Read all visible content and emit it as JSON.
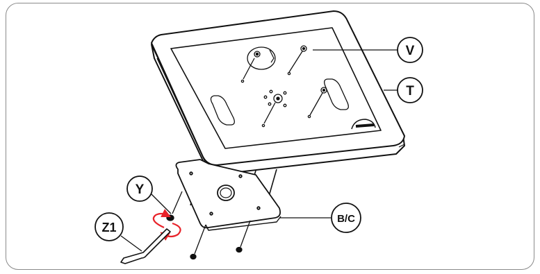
{
  "labels": {
    "v": "V",
    "t": "T",
    "y": "Y",
    "bc": "B/C",
    "z1": "Z1"
  },
  "colors": {
    "line": "#111111",
    "rotation_arrow": "#e8232a",
    "frame_border": "#8a8a8a"
  },
  "icons": [
    "rotation-arrows-icon",
    "allen-key-icon"
  ]
}
